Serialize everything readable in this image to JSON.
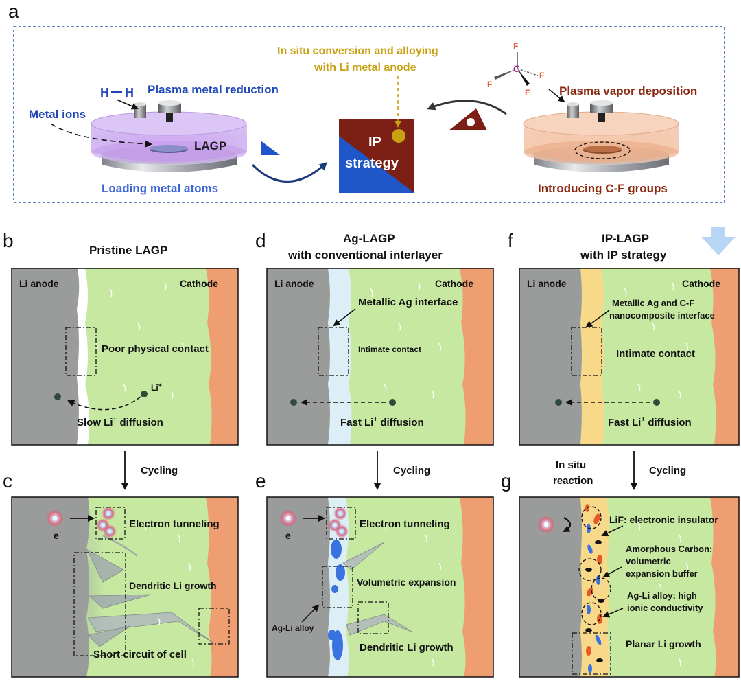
{
  "panel_letters": {
    "a": "a",
    "b": "b",
    "c": "c",
    "d": "d",
    "e": "e",
    "f": "f",
    "g": "g"
  },
  "panel_a": {
    "h2_left": "H",
    "h2_right": "H",
    "metal_ions": "Metal ions",
    "plasma_metal_reduction": "Plasma metal reduction",
    "lagp": "LAGP",
    "loading_metal_atoms": "Loading metal atoms",
    "in_situ_line1": "In situ conversion and alloying",
    "in_situ_line2": "with Li metal anode",
    "ip_line1": "IP",
    "ip_line2": "strategy",
    "fluorine": "F",
    "carbon": "C",
    "plasma_vapor_deposition": "Plasma vapor deposition",
    "introducing_cf": "Introducing C-F groups"
  },
  "panel_b": {
    "title": "Pristine LAGP",
    "li_anode": "Li anode",
    "cathode": "Cathode",
    "poor_contact": "Poor physical contact",
    "li_ion": "Li",
    "li_ion_sup": "+",
    "diffusion_prefix": "Slow Li",
    "diffusion_sup": "+",
    "diffusion_suffix": " diffusion"
  },
  "panel_c": {
    "cycling": "Cycling",
    "electron": "e",
    "electron_sup": "-",
    "electron_tunneling": "Electron tunneling",
    "dendritic": "Dendritic Li growth",
    "short_circuit": "Short circuit of cell"
  },
  "panel_d": {
    "title_line1": "Ag-LAGP",
    "title_line2": "with conventional interlayer",
    "li_anode": "Li anode",
    "cathode": "Cathode",
    "metallic_ag": "Metallic Ag interface",
    "intimate": "Intimate contact",
    "diffusion_prefix": "Fast Li",
    "diffusion_sup": "+",
    "diffusion_suffix": " diffusion"
  },
  "panel_e": {
    "cycling": "Cycling",
    "electron": "e",
    "electron_sup": "-",
    "electron_tunneling": "Electron tunneling",
    "volumetric": "Volumetric expansion",
    "ag_li_alloy": "Ag-Li alloy",
    "dendritic": "Dendritic Li growth"
  },
  "panel_f": {
    "title_line1": "IP-LAGP",
    "title_line2": "with IP strategy",
    "li_anode": "Li anode",
    "cathode": "Cathode",
    "interface_line1": "Metallic Ag and C-F",
    "interface_line2": "nanocomposite interface",
    "intimate": "Intimate contact",
    "diffusion_prefix": "Fast Li",
    "diffusion_sup": "+",
    "diffusion_suffix": " diffusion"
  },
  "panel_g": {
    "in_situ_line1": "In situ",
    "in_situ_line2": "reaction",
    "cycling": "Cycling",
    "lif": "LiF: electronic insulator",
    "amorphous_line1": "Amorphous Carbon:",
    "amorphous_line2": "volumetric",
    "amorphous_line3": "expansion buffer",
    "alloy_line1": "Ag-Li alloy: high",
    "alloy_line2": "ionic conductivity",
    "planar": "Planar Li growth"
  },
  "colors": {
    "li_anode": "#9a9c9b",
    "electrolyte": "#c6e8a1",
    "cathode": "#ef9e72",
    "ag_layer": "#dceef6",
    "ip_layer": "#f8d98a",
    "ip_red": "#7c1f14",
    "ip_blue": "#1f56c8",
    "dashed_frame": "#2c5da6"
  }
}
